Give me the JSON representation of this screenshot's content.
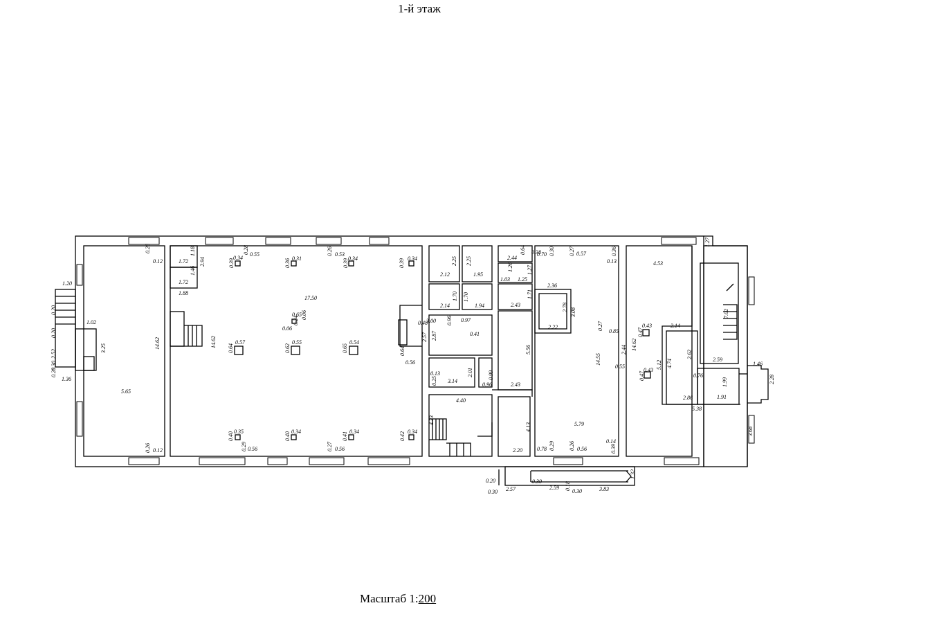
{
  "title": "1-й этаж",
  "scale": {
    "prefix": "Масштаб 1:",
    "value": "200"
  },
  "dimensions": {
    "d1": "14.62",
    "d2": "5.65",
    "d3": "0.26",
    "d4": "0.12",
    "d5": "1.02",
    "d6": "3.25",
    "d7": "0.26",
    "d8": "0.12",
    "d9": "1.72",
    "d10": "1.18",
    "d11": "2.94",
    "d12": "1.72",
    "d13": "1.46",
    "d14": "1.88",
    "d15": "14.62",
    "d16": "17.50",
    "d17": "0.39",
    "d18": "0.34",
    "d19": "0.28",
    "d20": "0.55",
    "d21": "0.36",
    "d22": "0.31",
    "d23": "0.26",
    "d24": "0.53",
    "d25": "0.39",
    "d26": "0.34",
    "d27": "0.39",
    "d28": "0.34",
    "d29": "0.65",
    "d30": "0.06",
    "d31": "0.24",
    "d32": "0.06",
    "d33": "0.57",
    "d34": "0.64",
    "d35": "0.55",
    "d36": "0.62",
    "d37": "0.54",
    "d38": "0.65",
    "d39": "0.35",
    "d40": "0.40",
    "d41": "0.34",
    "d42": "0.40",
    "d43": "0.34",
    "d44": "0.41",
    "d45": "0.34",
    "d46": "0.42",
    "d47": "0.29",
    "d48": "0.56",
    "d49": "0.27",
    "d50": "0.56",
    "d51": "0.48",
    "d52": "2.57",
    "d53": "0.64",
    "d54": "0.56",
    "d55": "2.12",
    "d56": "2.25",
    "d57": "2.25",
    "d58": "1.95",
    "d59": "2.14",
    "d60": "1.70",
    "d61": "1.70",
    "d62": "1.94",
    "d63": "3.00",
    "d64": "0.96",
    "d65": "0.97",
    "d66": "2.87",
    "d67": "0.41",
    "d68": "0.13",
    "d69": "0.25",
    "d70": "3.14",
    "d71": "2.01",
    "d72": "0.99",
    "d73": "0.96",
    "d74": "4.40",
    "d75": "4.33",
    "d76": "2.44",
    "d77": "0.64",
    "d78": "1.26",
    "d79": "1.03",
    "d80": "1.27",
    "d81": "1.25",
    "d82": "2.43",
    "d83": "1.71",
    "d84": "5.56",
    "d85": "2.43",
    "d86": "4.13",
    "d87": "2.20",
    "d88": "0.70",
    "d89": "0.30",
    "d90": "0.27",
    "d91": "0.57",
    "d92": "0.36",
    "d93": "0.13",
    "d94": "2.36",
    "d95": "2.78",
    "d96": "3.08",
    "d97": "2.22",
    "d98": "14.55",
    "d99": "5.79",
    "d100": "0.78",
    "d101": "0.29",
    "d102": "0.26",
    "d103": "0.56",
    "d104": "0.14",
    "d105": "0.39",
    "d106": "2.44",
    "d107": "0.55",
    "d108": "4.53",
    "d109": "2.14",
    "d110": "7.02",
    "d111": "0.43",
    "d112": "0.47",
    "d113": "14.62",
    "d114": "4.74",
    "d115": "2.62",
    "d116": "2.59",
    "d117": "5.12",
    "d118": "0.43",
    "d119": "0.47",
    "d120": "0.76",
    "d121": "1.99",
    "d122": "2.86",
    "d123": "1.91",
    "d124": "5.38",
    "d125": "3.68",
    "d126": "1.46",
    "d127": "2.28",
    "d128": "1.27",
    "d129": "1.20",
    "d130": "2.57",
    "d131": "2.59",
    "d132": "3.83",
    "d133": "0.30",
    "d134": "0.30",
    "d135": "0.18",
    "d136": "1.32",
    "d137": "0.30",
    "d138": "0.20",
    "d139": "1.36",
    "d140": "0.28",
    "d141": "2.52",
    "d142": "0.20",
    "d143": "0.30",
    "d144": "0.20",
    "d145": "0.85",
    "d146": "0.27",
    "d147": "0.38"
  }
}
